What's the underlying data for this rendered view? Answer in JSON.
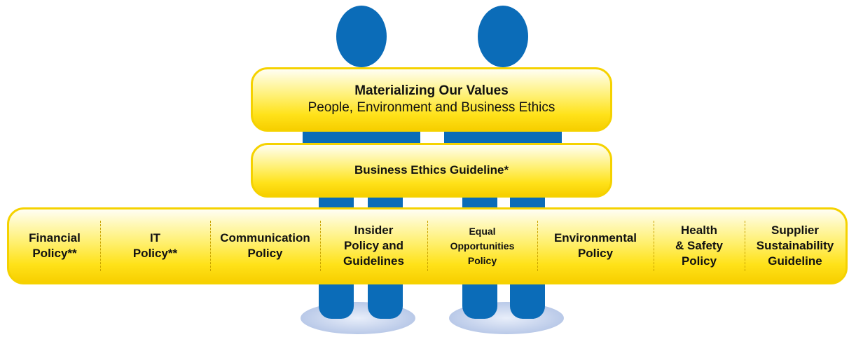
{
  "values_box": {
    "title": "Materializing Our Values",
    "subtitle": "People, Environment and Business Ethics"
  },
  "ethics_box": {
    "label": "Business Ethics Guideline*"
  },
  "policies": [
    {
      "label": "Financial\nPolicy**"
    },
    {
      "label": "IT\nPolicy**"
    },
    {
      "label": "Communication\nPolicy"
    },
    {
      "label": "Insider\nPolicy and\nGuidelines"
    },
    {
      "label": "Equal\nOpportunities\nPolicy"
    },
    {
      "label": "Environmental\nPolicy"
    },
    {
      "label": "Health\n& Safety\nPolicy"
    },
    {
      "label": "Supplier\nSustainability\nGuideline"
    }
  ],
  "colors": {
    "figure": "#0b6cb8",
    "shadow": "#c9d6ef",
    "bar_border": "#f5d200",
    "bar_fill": "#ffe21a"
  }
}
